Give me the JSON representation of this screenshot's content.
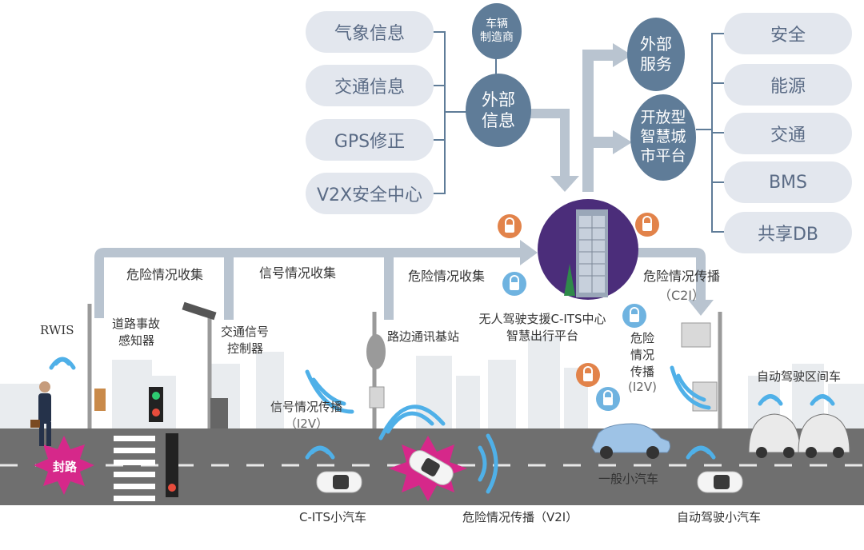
{
  "info_sources": [
    "气象信息",
    "交通信息",
    "GPS修正",
    "V2X安全中心"
  ],
  "external_info": {
    "line1": "外部",
    "line2": "信息"
  },
  "manufacturer": {
    "line1": "车辆",
    "line2": "制造商"
  },
  "external_service": {
    "line1": "外部",
    "line2": "服务"
  },
  "open_platform": {
    "line1": "开放型",
    "line2": "智慧城",
    "line3": "市平台"
  },
  "services": [
    "安全",
    "能源",
    "交通",
    "BMS",
    "共享DB"
  ],
  "flow_labels": {
    "hazard_collect_1": "危险情况收集",
    "signal_collect": "信号情况收集",
    "hazard_collect_2": "危险情况收集"
  },
  "center": {
    "line1": "无人驾驶支援C-ITS中心",
    "line2": "智慧出行平台"
  },
  "hazard_c2i": {
    "line1": "危险情况传播",
    "line2": "（C2I）"
  },
  "hazard_i2v": {
    "line1": "危险",
    "line2": "情况",
    "line3": "传播",
    "line4": "(I2V)"
  },
  "roadside": {
    "rwis": "RWIS",
    "accident_sensor": {
      "line1": "道路事故",
      "line2": "感知器"
    },
    "signal_controller": {
      "line1": "交通信号",
      "line2": "控制器"
    },
    "base_station": "路边通讯基站"
  },
  "signal_i2v": {
    "line1": "信号情况传播",
    "line2": "（I2V）"
  },
  "road_closed": "封路",
  "vehicles": {
    "cits_car": "C-ITS小汽车",
    "v2i": "危险情况传播（V2I）",
    "general_car": "一般小汽车",
    "autonomous_car": "自动驾驶小汽车",
    "autonomous_shuttle": "自动驾驶区间车"
  },
  "colors": {
    "accent": "#5f7c98",
    "pill": "#e3e7ee",
    "arrow": "#b9c4d0",
    "purple": "#4b2d7a",
    "lock_orange": "#e2834a",
    "lock_blue": "#6fb3e0",
    "road": "#6f6f6f",
    "burst": "#d6288a"
  }
}
